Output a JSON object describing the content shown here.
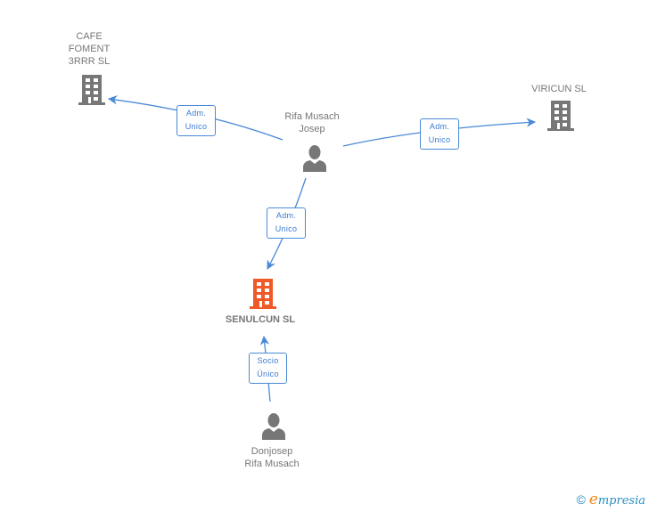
{
  "colors": {
    "edge": "#4a8ad8",
    "company": "#777777",
    "focus_company": "#f05a28",
    "person": "#777777",
    "label_text": "#3a7ad0"
  },
  "nodes": {
    "cafe_foment": {
      "label": "CAFE\nFOMENT\n3RRR  SL",
      "type": "company"
    },
    "viricun": {
      "label": "VIRICUN SL",
      "type": "company"
    },
    "rifa_musach_josep": {
      "label": "Rifa Musach\nJosep",
      "type": "person"
    },
    "senulcun": {
      "label": "SENULCUN SL",
      "type": "company-focus"
    },
    "donjosep": {
      "label": "Donjosep\nRifa Musach",
      "type": "person"
    }
  },
  "edges": [
    {
      "from": "rifa_musach_josep",
      "to": "cafe_foment",
      "label": "Adm.\nUnico"
    },
    {
      "from": "rifa_musach_josep",
      "to": "viricun",
      "label": "Adm.\nUnico"
    },
    {
      "from": "rifa_musach_josep",
      "to": "senulcun",
      "label": "Adm.\nUnico"
    },
    {
      "from": "donjosep",
      "to": "senulcun",
      "label": "Socio\nÚnico"
    }
  ],
  "footer": {
    "copyright_symbol": "©",
    "brand_first": "e",
    "brand_rest": "mpresia"
  }
}
